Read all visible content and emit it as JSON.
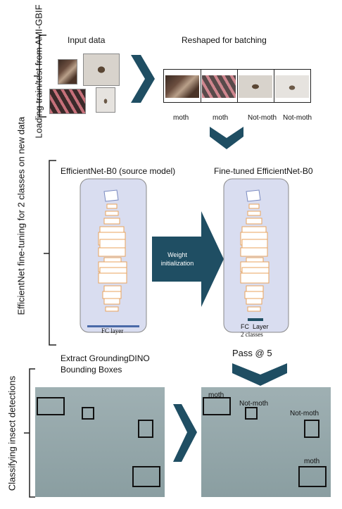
{
  "section1": {
    "side_label": "Loading train/test from AMI-GBIF",
    "input_title": "Input data",
    "reshaped_title": "Reshaped for batching",
    "batch_labels": [
      "moth",
      "moth",
      "Not-moth",
      "Not-moth"
    ]
  },
  "section2": {
    "side_label": "EfficientNet fine-tuning for 2 classes on new data",
    "source_title": "EfficientNet-B0 (source model)",
    "target_title": "Fine-tuned EfficientNet-B0",
    "source_fc": "FC layer",
    "target_fc_line1": "FC  Layer",
    "target_fc_line2": "2 classes",
    "arrow_label": "Weight initialization"
  },
  "section3": {
    "side_label": "Classifying insect detections",
    "extract_title_line1": "Extract GroundingDINO",
    "extract_title_line2": "Bounding Boxes",
    "pass_label": "Pass @ 5",
    "result_labels": [
      "moth",
      "Not-moth",
      "Not-moth",
      "moth"
    ]
  },
  "colors": {
    "arrow": "#1f4e63",
    "model_box": "#d9ddf0",
    "layer": "#f3c89a",
    "fc_bar": "#4a6aa8"
  }
}
